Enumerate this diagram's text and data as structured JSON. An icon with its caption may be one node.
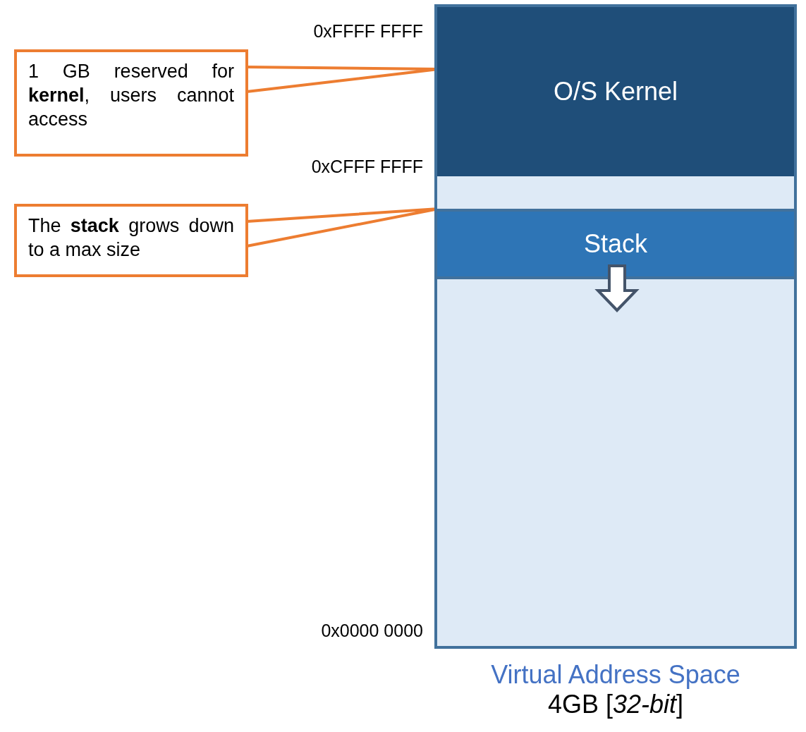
{
  "diagram": {
    "nodes": [
      {
        "text": [
          "Virtual Address Space",
          "4GB [*32-bit*]"
        ]
      },
      {
        "text": [
          "O/S Kernel"
        ],
        "in": 0
      },
      {
        "text": [
          "Stack"
        ],
        "in": 0
      },
      {
        "text": [
          "1 GB reserved for **kernel**, users cannot access"
        ]
      },
      {
        "text": [
          "The **stack** grows down to a max size"
        ]
      }
    ],
    "edges": [
      {
        "from": 3,
        "to": 1,
        "arrow": "none"
      },
      {
        "from": 4,
        "to": 2,
        "arrow": "none"
      }
    ],
    "labels": [
      "0xFFFF FFFF",
      "0xCFFF FFFF",
      "0x0000 0000"
    ]
  }
}
